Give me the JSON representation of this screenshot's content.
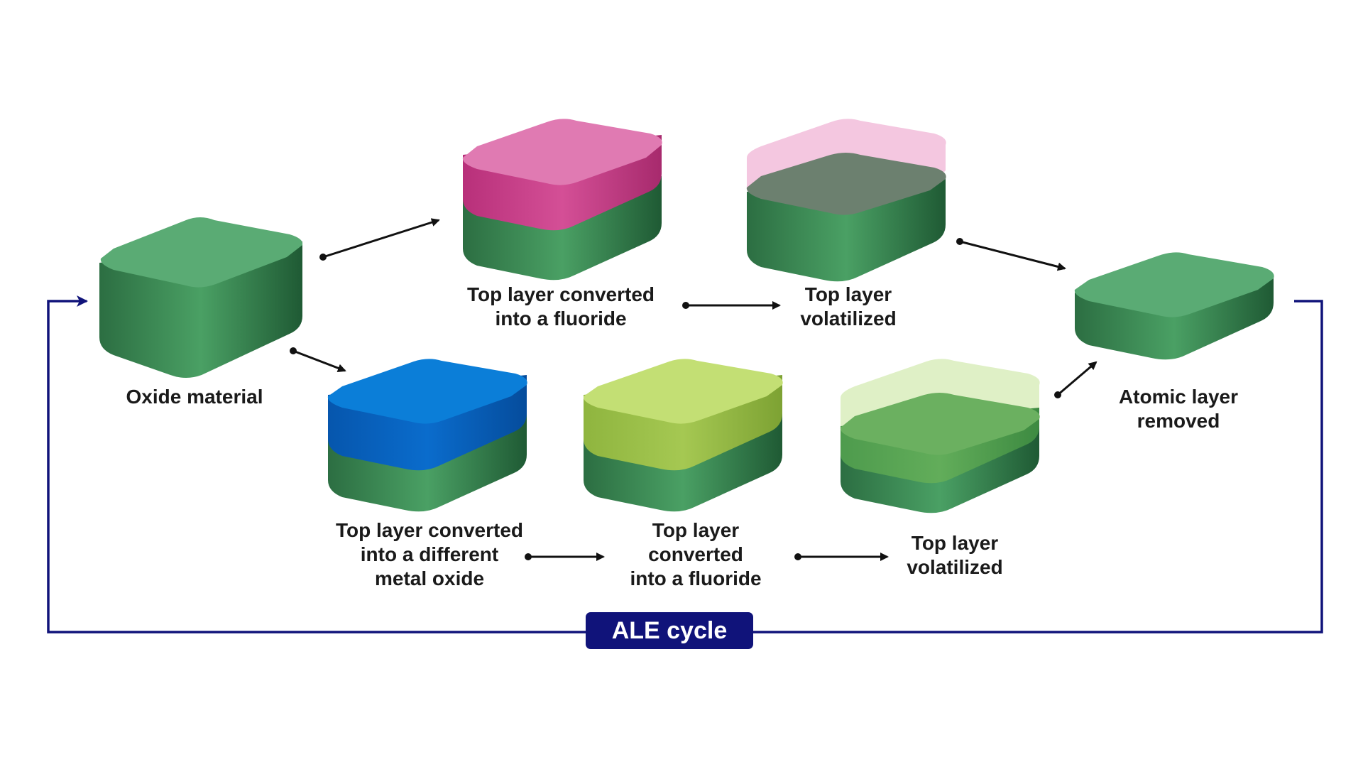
{
  "labels": {
    "oxide_material": [
      "Oxide material"
    ],
    "top_fluoride": [
      "Top layer converted",
      "into a fluoride"
    ],
    "top_volatilized": [
      "Top layer",
      "volatilized"
    ],
    "atomic_removed": [
      "Atomic layer",
      "removed"
    ],
    "bottom_oxide": [
      "Top layer converted",
      "into a different",
      "metal oxide"
    ],
    "bottom_fluoride": [
      "Top layer",
      "converted",
      "into a fluoride"
    ],
    "bottom_volatilized": [
      "Top layer",
      "volatilized"
    ]
  },
  "cycle_label": "ALE cycle",
  "colors": {
    "green_top": "#5aab74",
    "green_side_light": "#4aa064",
    "green_side_dark": "#1f5a34",
    "magenta": "#d0478f",
    "pink_faded": "#f2bddb",
    "blue": "#0b7ed8",
    "lime": "#a9cc55",
    "lime_faded": "#dbeec0",
    "dark_gray_green": "#6c806f",
    "mid_green": "#6bb060",
    "navy": "#10137a",
    "arrow": "#111111"
  }
}
